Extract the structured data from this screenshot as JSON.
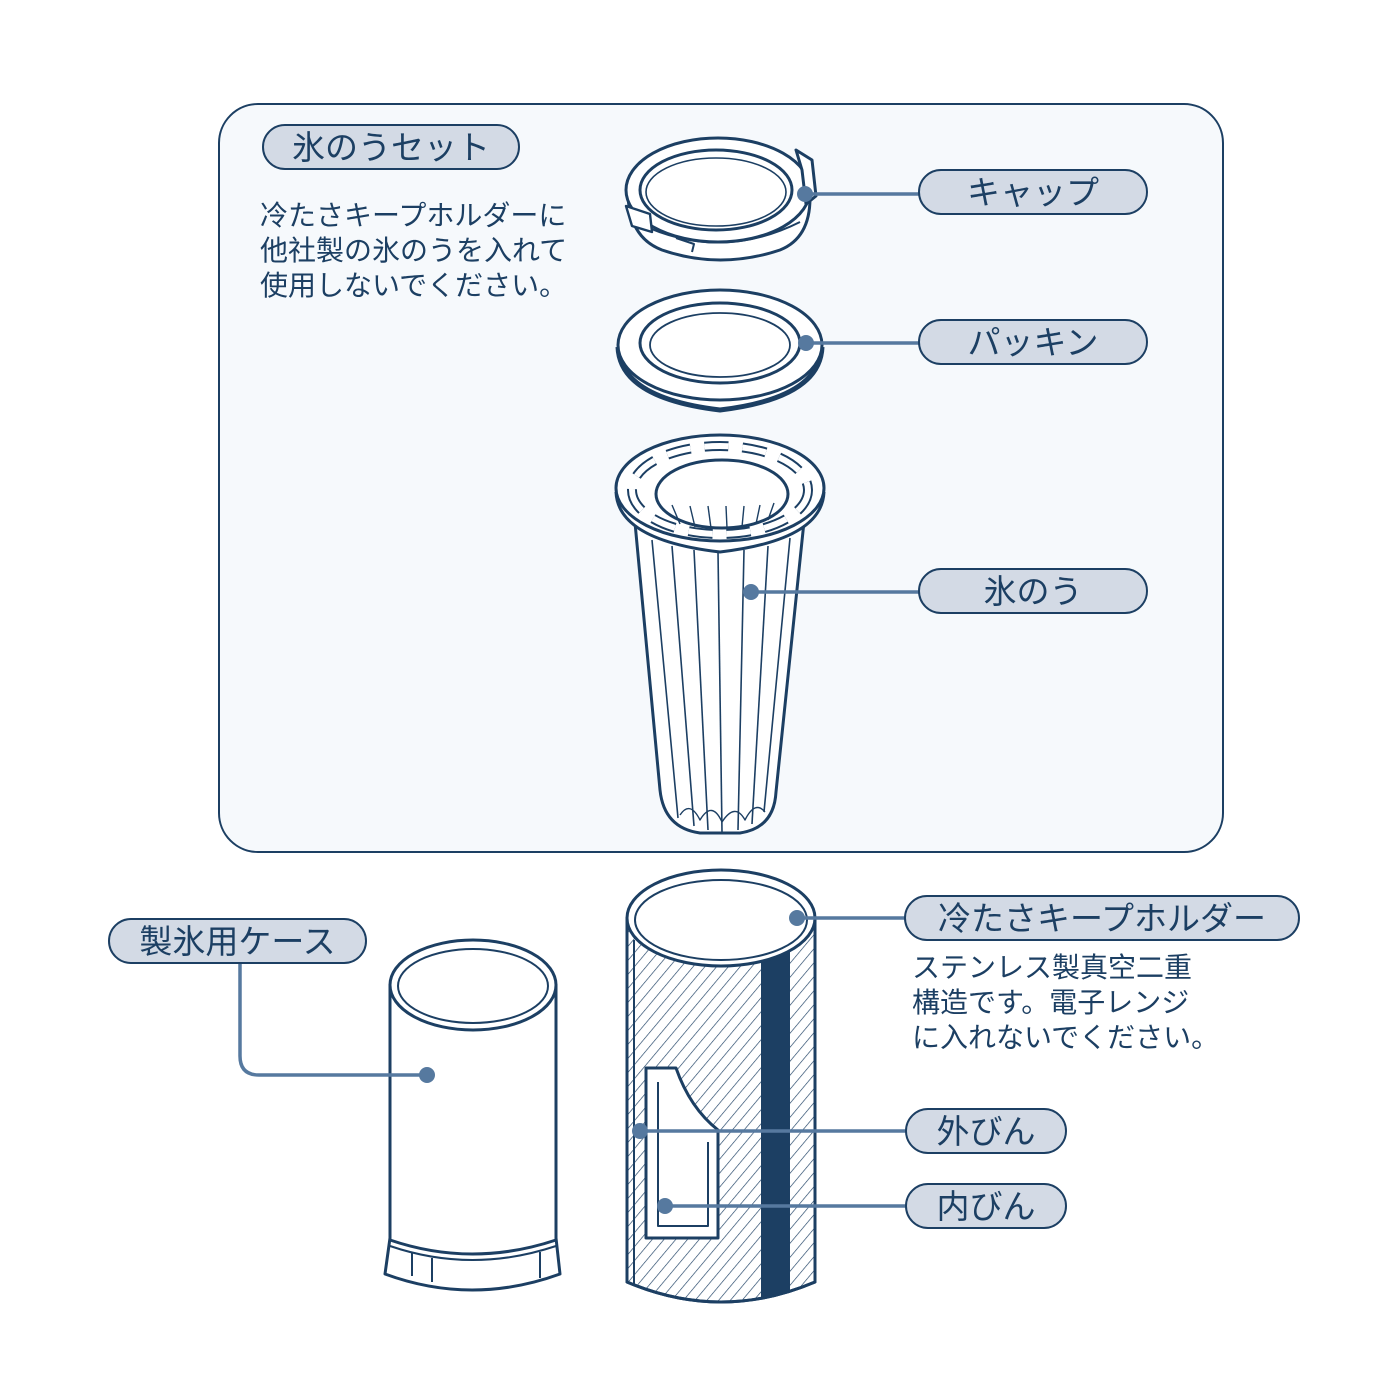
{
  "colors": {
    "navy": "#1c3f63",
    "pill_fill": "#d3dae5",
    "leader": "#56799f",
    "box_fill": "#f6f9fc"
  },
  "set_section": {
    "label": "氷のうセット",
    "note": [
      "冷たさキープホルダーに",
      "他社製の氷のうを入れて",
      "使用しないでください。"
    ]
  },
  "parts": {
    "cap": "キャップ",
    "packing": "パッキン",
    "ice_bag": "氷のう",
    "ice_case": "製氷用ケース",
    "holder": "冷たさキープホルダー",
    "outer_bottle": "外びん",
    "inner_bottle": "内びん"
  },
  "holder_note": [
    "ステンレス製真空二重",
    "構造です。電子レンジ",
    "に入れないでください。"
  ]
}
